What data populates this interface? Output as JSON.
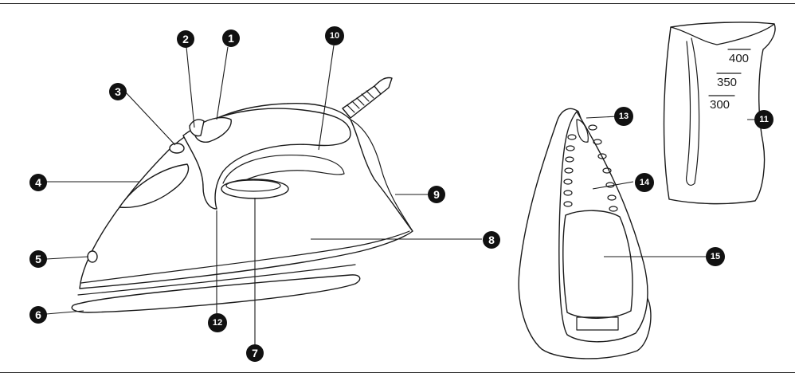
{
  "callouts": [
    {
      "id": "c1",
      "label": "1"
    },
    {
      "id": "c2",
      "label": "2"
    },
    {
      "id": "c3",
      "label": "3"
    },
    {
      "id": "c4",
      "label": "4"
    },
    {
      "id": "c5",
      "label": "5"
    },
    {
      "id": "c6",
      "label": "6"
    },
    {
      "id": "c7",
      "label": "7"
    },
    {
      "id": "c8",
      "label": "8"
    },
    {
      "id": "c9",
      "label": "9"
    },
    {
      "id": "c10",
      "label": "10"
    },
    {
      "id": "c11",
      "label": "11"
    },
    {
      "id": "c12",
      "label": "12"
    },
    {
      "id": "c13",
      "label": "13"
    },
    {
      "id": "c14",
      "label": "14"
    },
    {
      "id": "c15",
      "label": "15"
    }
  ],
  "measuring_cup": {
    "markings": [
      "400",
      "350",
      "300"
    ]
  }
}
